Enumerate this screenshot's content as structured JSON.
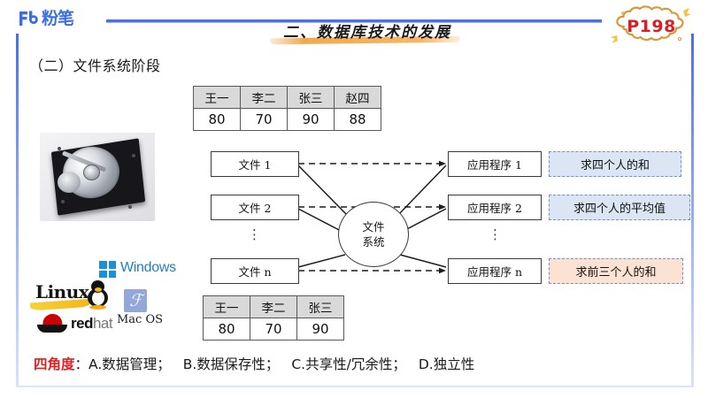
{
  "header": {
    "logo_text": "粉笔",
    "logo_mark": "fb-logo-icon",
    "title": "二、数据库技术的发展",
    "page_badge": "P198",
    "accent_blue": "#4a72e0",
    "badge_red": "#d81f26",
    "badge_border": "#d79a3a"
  },
  "section": {
    "heading": "（二）文件系统阶段"
  },
  "media": {
    "hdd_label": "hard-disk-drive-photo",
    "os_logos": {
      "windows": "Windows",
      "linux": "Linux",
      "macos": "Mac OS",
      "redhat_bold": "red",
      "redhat_light": "hat"
    }
  },
  "table_top": {
    "headers": [
      "王一",
      "李二",
      "张三",
      "赵四"
    ],
    "values": [
      "80",
      "70",
      "90",
      "88"
    ]
  },
  "table_bottom": {
    "headers": [
      "王一",
      "李二",
      "张三"
    ],
    "values": [
      "80",
      "70",
      "90"
    ]
  },
  "diagram": {
    "files": [
      "文件 1",
      "文件 2",
      "文件 n"
    ],
    "apps": [
      "应用程序 1",
      "应用程序 2",
      "应用程序 n"
    ],
    "center": {
      "line1": "文件",
      "line2": "系统"
    },
    "ellipsis": "⋮"
  },
  "notes": [
    {
      "text": "求四个人的和",
      "color": "#dce5f3"
    },
    {
      "text": "求四个人的平均值",
      "color": "#dce5f3"
    },
    {
      "text": "求前三个人的和",
      "color": "#fbe2d2"
    }
  ],
  "footer": {
    "label": "四角度",
    "colon": "：",
    "items": [
      "A.数据管理；",
      "B.数据保存性；",
      "C.共享性/冗余性；",
      "D.独立性"
    ],
    "label_color": "#e02020"
  }
}
